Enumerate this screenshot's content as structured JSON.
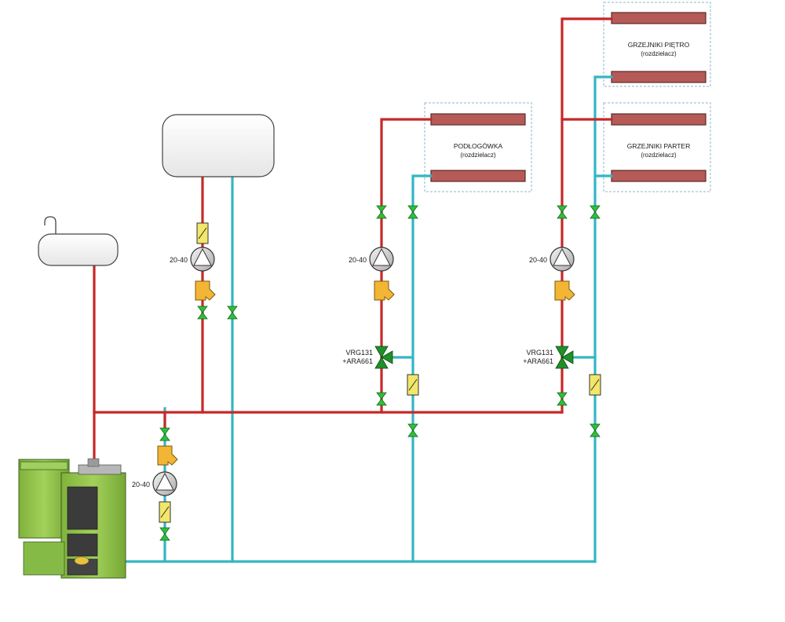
{
  "colors": {
    "hot_pipe": "#c62828",
    "cold_pipe": "#34b6c4",
    "radiator_fill": "#b65a58",
    "radiator_stroke": "#5a2a26",
    "zone_border": "#8fb7c9",
    "valve_green": "#2fbf3a",
    "filter_yellow": "#f2b534",
    "flowmeter_yellow": "#f2e66b",
    "boiler_green": "#8fc14a",
    "mixing_valve_green": "#1f8f2a"
  },
  "zones": {
    "upper_floor": {
      "title": "GRZEJNIKI PIĘTRO",
      "subtitle": "(rozdzielacz)"
    },
    "ground_floor": {
      "title": "GRZEJNIKI PARTER",
      "subtitle": "(rozdzielacz)"
    },
    "underfloor": {
      "title": "PODŁOGÓWKA",
      "subtitle": "(rozdzielacz)"
    }
  },
  "pumps": {
    "boiler_pump": "20-40",
    "dhw_pump": "20-40",
    "floor_pump": "20-40",
    "radiator_pump": "20-40"
  },
  "mixing_valves": {
    "floor_valve": {
      "line1": "VRG131",
      "line2": "+ARA661"
    },
    "radiator_valve": {
      "line1": "VRG131",
      "line2": "+ARA661"
    }
  },
  "icons": {
    "pump": "pump-icon",
    "valve": "ball-valve-icon",
    "filter": "strainer-icon",
    "flowmeter": "flowmeter-icon",
    "mixing_valve": "three-way-valve-icon",
    "boiler": "boiler-icon",
    "tank": "tank-icon"
  }
}
